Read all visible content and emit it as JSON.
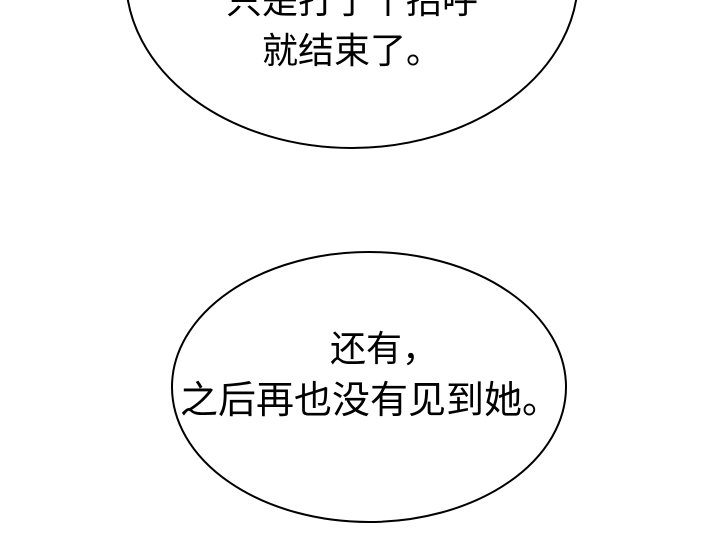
{
  "bubble_top": {
    "lines": [
      "只是打了个招呼",
      "就结束了。"
    ]
  },
  "bubble_bottom": {
    "lines": [
      "还有，",
      "之后再也没有见到她。"
    ]
  }
}
